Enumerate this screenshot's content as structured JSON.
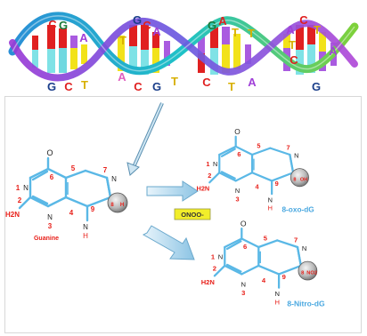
{
  "dna": {
    "letters_top": [
      "C",
      "G",
      "G",
      "C",
      "A",
      "G",
      "A",
      "T",
      "A",
      "C",
      "T"
    ],
    "letters_bottom": [
      "G",
      "C",
      "T",
      "A",
      "C",
      "G",
      "T",
      "C",
      "T",
      "A",
      "G"
    ],
    "letters_mid": [
      "T",
      "A",
      "T",
      "T",
      "A",
      "C"
    ]
  },
  "molecules": {
    "guanine": {
      "atoms": [
        "O",
        "6",
        "5",
        "7",
        "N",
        "1",
        "N",
        "2",
        "H2N",
        "N",
        "3",
        "4",
        "9",
        "N",
        "H",
        "8",
        "H"
      ],
      "name": "Guanine"
    },
    "oxo": {
      "atoms": [
        "O",
        "6",
        "5",
        "7",
        "N",
        "1",
        "N",
        "2",
        "H2N",
        "N",
        "3",
        "4",
        "9",
        "N",
        "H",
        "8",
        "OH"
      ],
      "name": "8-oxo-dG"
    },
    "nitro": {
      "atoms": [
        "O",
        "6",
        "5",
        "7",
        "N",
        "1",
        "N",
        "2",
        "H2N",
        "N",
        "3",
        "4",
        "9",
        "N",
        "H",
        "8",
        "NO2"
      ],
      "name": "8-Nitro-dG"
    }
  },
  "reagent": "ONOO-",
  "colors": {
    "ring": "#5ab8e6",
    "atom_red": "#e8201a",
    "label_blue": "#4aa8e0",
    "reagent_bg": "#f2ee2a",
    "arrow": "#9ccde6"
  }
}
